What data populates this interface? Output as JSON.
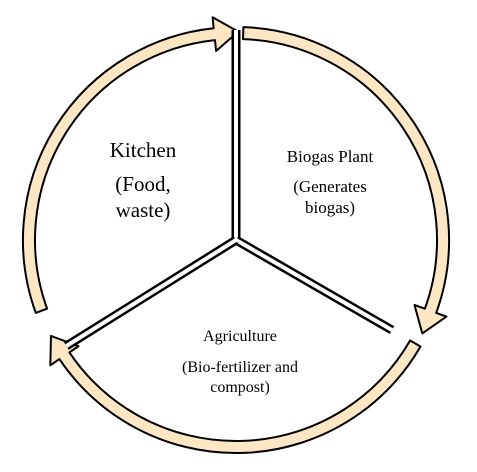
{
  "colors": {
    "arrow_fill": "#fde6c3",
    "arrow_outline": "#000000",
    "divider": "#000000",
    "background": "#ffffff"
  },
  "segments": [
    {
      "id": "kitchen",
      "title": "Kitchen",
      "subtitle_lines": [
        "(Food,",
        "waste)"
      ],
      "arrow_to": "biogas-plant"
    },
    {
      "id": "biogas-plant",
      "title": "Biogas Plant",
      "subtitle_lines": [
        "(Generates",
        "biogas)"
      ],
      "arrow_to": "agriculture"
    },
    {
      "id": "agriculture",
      "title": "Agriculture",
      "subtitle_lines": [
        "(Bio-fertilizer and",
        "compost)"
      ],
      "arrow_to": "kitchen"
    }
  ]
}
